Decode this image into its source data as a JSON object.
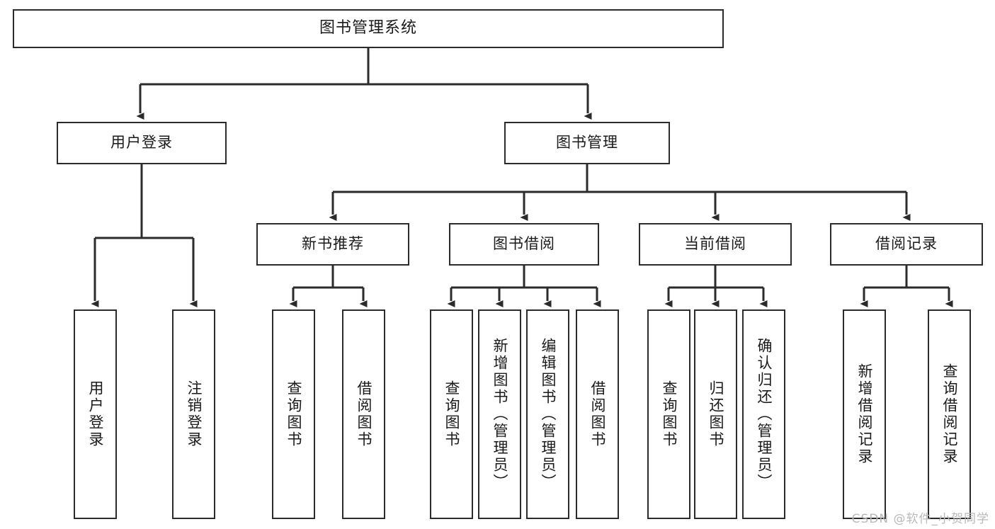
{
  "diagram": {
    "title": "图书管理系统",
    "root": {
      "label": "图书管理系统"
    },
    "level1": [
      {
        "label": "用户登录"
      },
      {
        "label": "图书管理"
      }
    ],
    "level2": [
      {
        "label": "新书推荐"
      },
      {
        "label": "图书借阅"
      },
      {
        "label": "当前借阅"
      },
      {
        "label": "借阅记录"
      }
    ],
    "leaves": [
      {
        "label": "用户登录"
      },
      {
        "label": "注销登录"
      },
      {
        "label": "查询图书"
      },
      {
        "label": "借阅图书"
      },
      {
        "label": "查询图书"
      },
      {
        "label": "新增图书（管理员）"
      },
      {
        "label": "编辑图书（管理员）"
      },
      {
        "label": "借阅图书"
      },
      {
        "label": "查询图书"
      },
      {
        "label": "归还图书"
      },
      {
        "label": "确认归还（管理员）"
      },
      {
        "label": "新增借阅记录"
      },
      {
        "label": "查询借阅记录"
      }
    ],
    "watermark": "CSDN @软件_小贺同学",
    "colors": {
      "stroke": "#2b2b2b",
      "fill": "#ffffff",
      "text": "#1a1a1a",
      "watermark": "#b9b9b9"
    }
  }
}
